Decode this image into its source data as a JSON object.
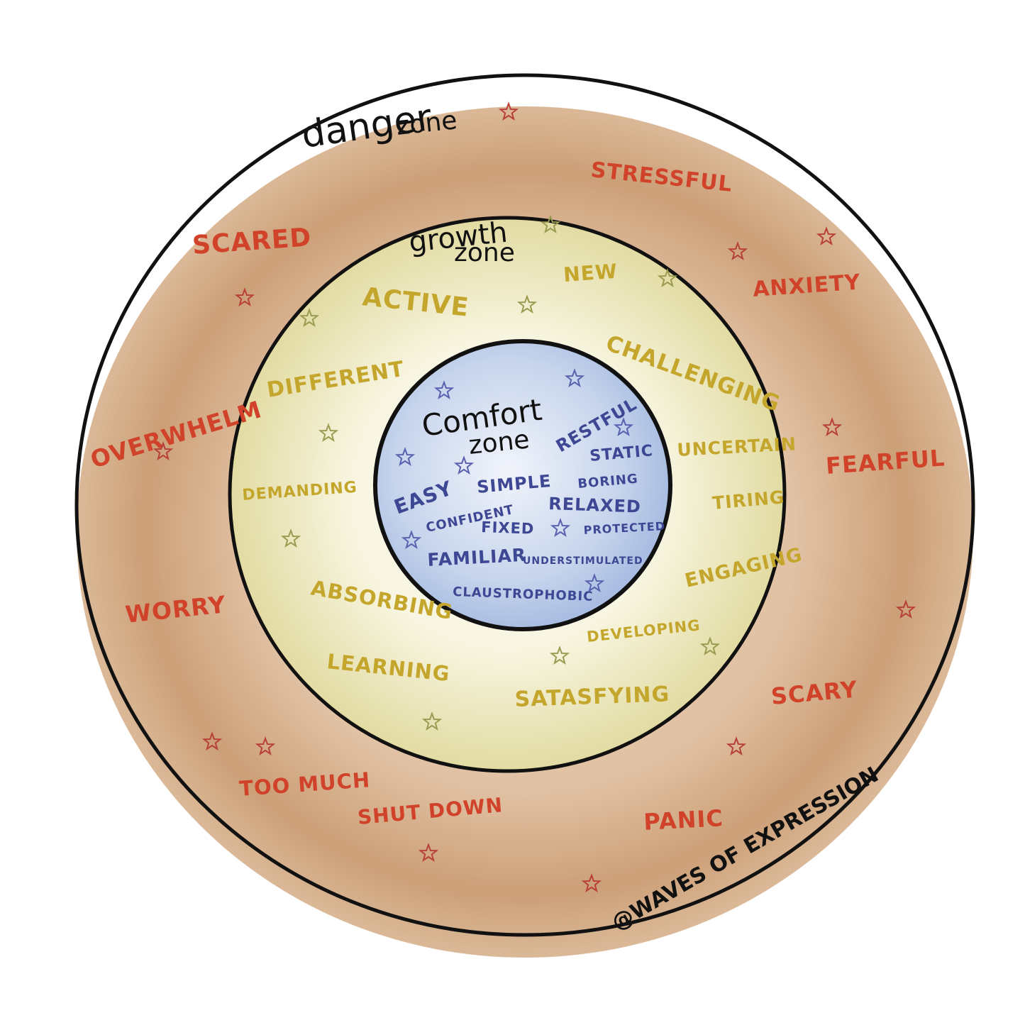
{
  "colors": {
    "outer_ring": "#c99a70",
    "outer_ring_light": "#e3c3a4",
    "growth_fill": "#ece7b4",
    "growth_center": "#f8f6e2",
    "comfort_fill": "#b9cbe8",
    "comfort_center": "#eaf0fb",
    "line": "#111111",
    "danger_text": "#d0432a",
    "growth_text": "#c4a62c",
    "comfort_text": "#3d4793",
    "star_danger": "#b8403a",
    "star_growth": "#9b9c52",
    "star_comfort": "#5a62b0"
  },
  "zones": {
    "danger": {
      "title_1": "danger",
      "title_2": "zone",
      "words": [
        "STRESSFUL",
        "SCARED",
        "ANXIETY",
        "OVERWHELM",
        "FEARFUL",
        "WORRY",
        "SCARY",
        "TOO MUCH",
        "SHUT DOWN",
        "PANIC"
      ]
    },
    "growth": {
      "title_1": "growth",
      "title_2": "zone",
      "words": [
        "NEW",
        "ACTIVE",
        "CHALLENGING",
        "DIFFERENT",
        "UNCERTAIN",
        "DEMANDING",
        "TIRING",
        "ENGAGING",
        "ABSORBING",
        "DEVELOPING",
        "LEARNING",
        "SATASFYING"
      ]
    },
    "comfort": {
      "title_1": "Comfort",
      "title_2": "zone",
      "words": [
        "RESTFUL",
        "STATIC",
        "EASY",
        "SIMPLE",
        "BORING",
        "CONFIDENT",
        "RELAXED",
        "FIXED",
        "PROTECTED",
        "FAMILIAR",
        "UNDERSTIMULATED",
        "CLAUSTROPHOBIC"
      ]
    }
  },
  "credit": "@WAVES OF EXPRESSION"
}
